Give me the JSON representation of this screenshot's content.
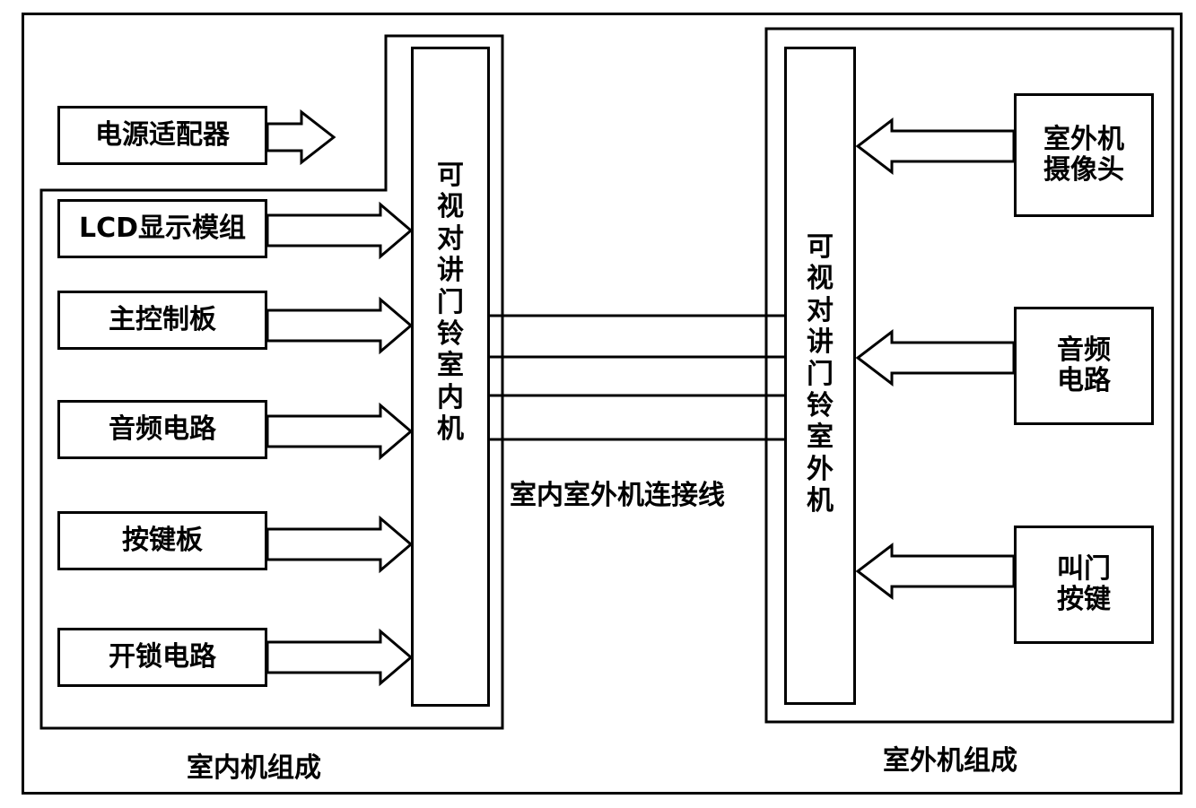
{
  "indoor": {
    "group_label": "室内机组成",
    "power_adapter": "电源适配器",
    "modules": [
      "LCD显示模组",
      "主控制板",
      "音频电路",
      "按键板",
      "开锁电路"
    ],
    "unit_label": "可视对讲门铃室内机"
  },
  "outdoor": {
    "group_label": "室外机组成",
    "unit_label": "可视对讲门铃室外机",
    "modules": [
      "室外机摄像头",
      "音频电路",
      "叫门按键"
    ]
  },
  "connection": {
    "label": "室内室外机连接线"
  }
}
